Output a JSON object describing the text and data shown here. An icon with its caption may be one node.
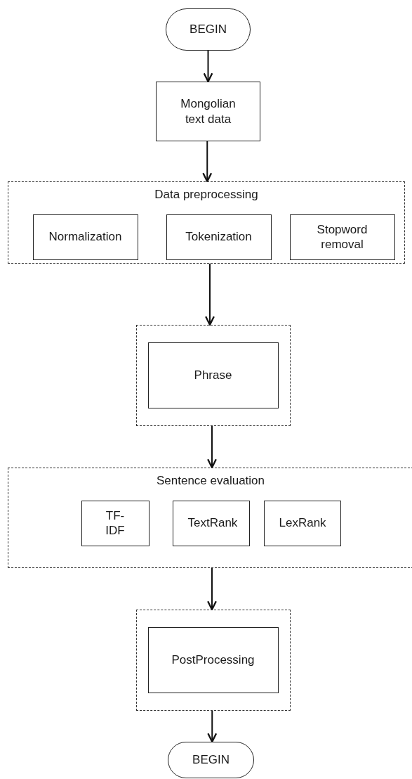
{
  "diagram": {
    "nodes": [
      {
        "text": [
          "BEGIN"
        ]
      },
      {
        "text": [
          "Mongolian text data"
        ]
      },
      {
        "text": [
          "Data preprocessing"
        ]
      },
      {
        "text": [
          "Normalization"
        ],
        "in": 2
      },
      {
        "text": [
          "Tokenization"
        ],
        "in": 2
      },
      {
        "text": [
          "Stopword removal"
        ],
        "in": 2
      },
      {
        "text": [],
        "shape": "box"
      },
      {
        "text": [
          "Phrase"
        ],
        "in": 6
      },
      {
        "text": [
          "Sentence evaluation"
        ]
      },
      {
        "text": [
          "TF-IDF"
        ],
        "in": 8
      },
      {
        "text": [
          "TextRank"
        ],
        "in": 8
      },
      {
        "text": [
          "LexRank"
        ],
        "in": 8
      },
      {
        "text": [],
        "shape": "box"
      },
      {
        "text": [
          "PostProcessing"
        ],
        "in": 12
      },
      {
        "text": [
          "BEGIN"
        ]
      }
    ],
    "edges": [
      {
        "from": 0,
        "to": 1,
        "arrow": "to"
      },
      {
        "from": 1,
        "to": 2,
        "arrow": "to"
      },
      {
        "from": 2,
        "to": 6,
        "arrow": "to"
      },
      {
        "from": 6,
        "to": 8,
        "arrow": "to"
      },
      {
        "from": 8,
        "to": 12,
        "arrow": "to"
      },
      {
        "from": 12,
        "to": 14,
        "arrow": "to"
      }
    ]
  }
}
